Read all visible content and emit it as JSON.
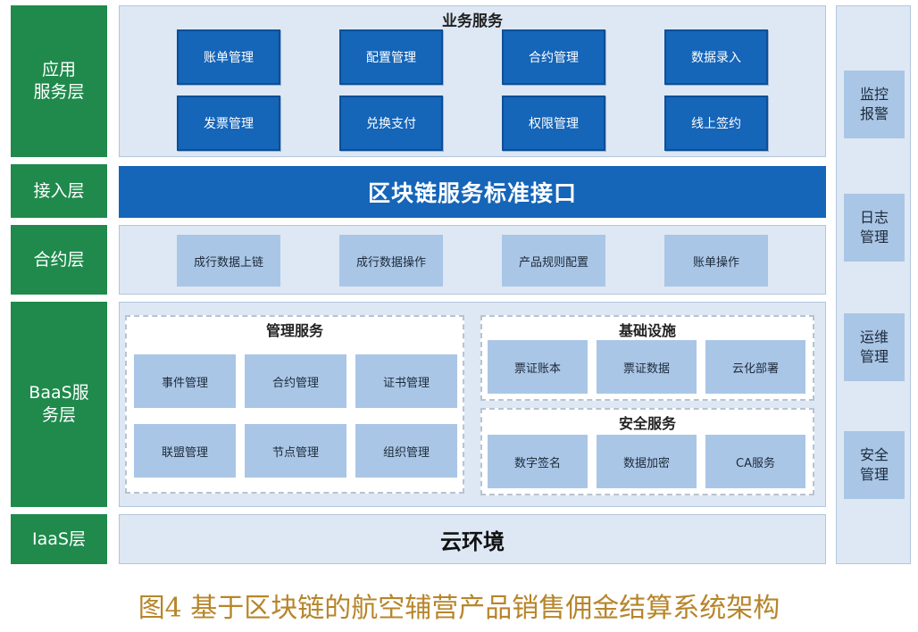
{
  "layers": {
    "app": "应用\n服务层",
    "access": "接入层",
    "contract": "合约层",
    "baas": "BaaS服\n务层",
    "iaas": "IaaS层"
  },
  "business": {
    "title": "业务服务",
    "items": [
      "账单管理",
      "配置管理",
      "合约管理",
      "数据录入",
      "发票管理",
      "兑换支付",
      "权限管理",
      "线上签约"
    ]
  },
  "api": {
    "label": "区块链服务标准接口"
  },
  "contract": {
    "items": [
      "成行数据上链",
      "成行数据操作",
      "产品规则配置",
      "账单操作"
    ]
  },
  "management": {
    "title": "管理服务",
    "items": [
      "事件管理",
      "合约管理",
      "证书管理",
      "联盟管理",
      "节点管理",
      "组织管理"
    ]
  },
  "infrastructure": {
    "title": "基础设施",
    "items": [
      "票证账本",
      "票证数据",
      "云化部署"
    ]
  },
  "security": {
    "title": "安全服务",
    "items": [
      "数字签名",
      "数据加密",
      "CA服务"
    ]
  },
  "cloud": {
    "label": "云环境"
  },
  "side": {
    "items": [
      "监控\n报警",
      "日志\n管理",
      "运维\n管理",
      "安全\n管理"
    ]
  },
  "caption": "图4 基于区块链的航空辅营产品销售佣金结算系统架构",
  "colors": {
    "green": "#1f8a4c",
    "dark_blue": "#1565b8",
    "light_blue": "#aac6e6",
    "panel": "#dde8f4",
    "caption": "#b7852a"
  }
}
